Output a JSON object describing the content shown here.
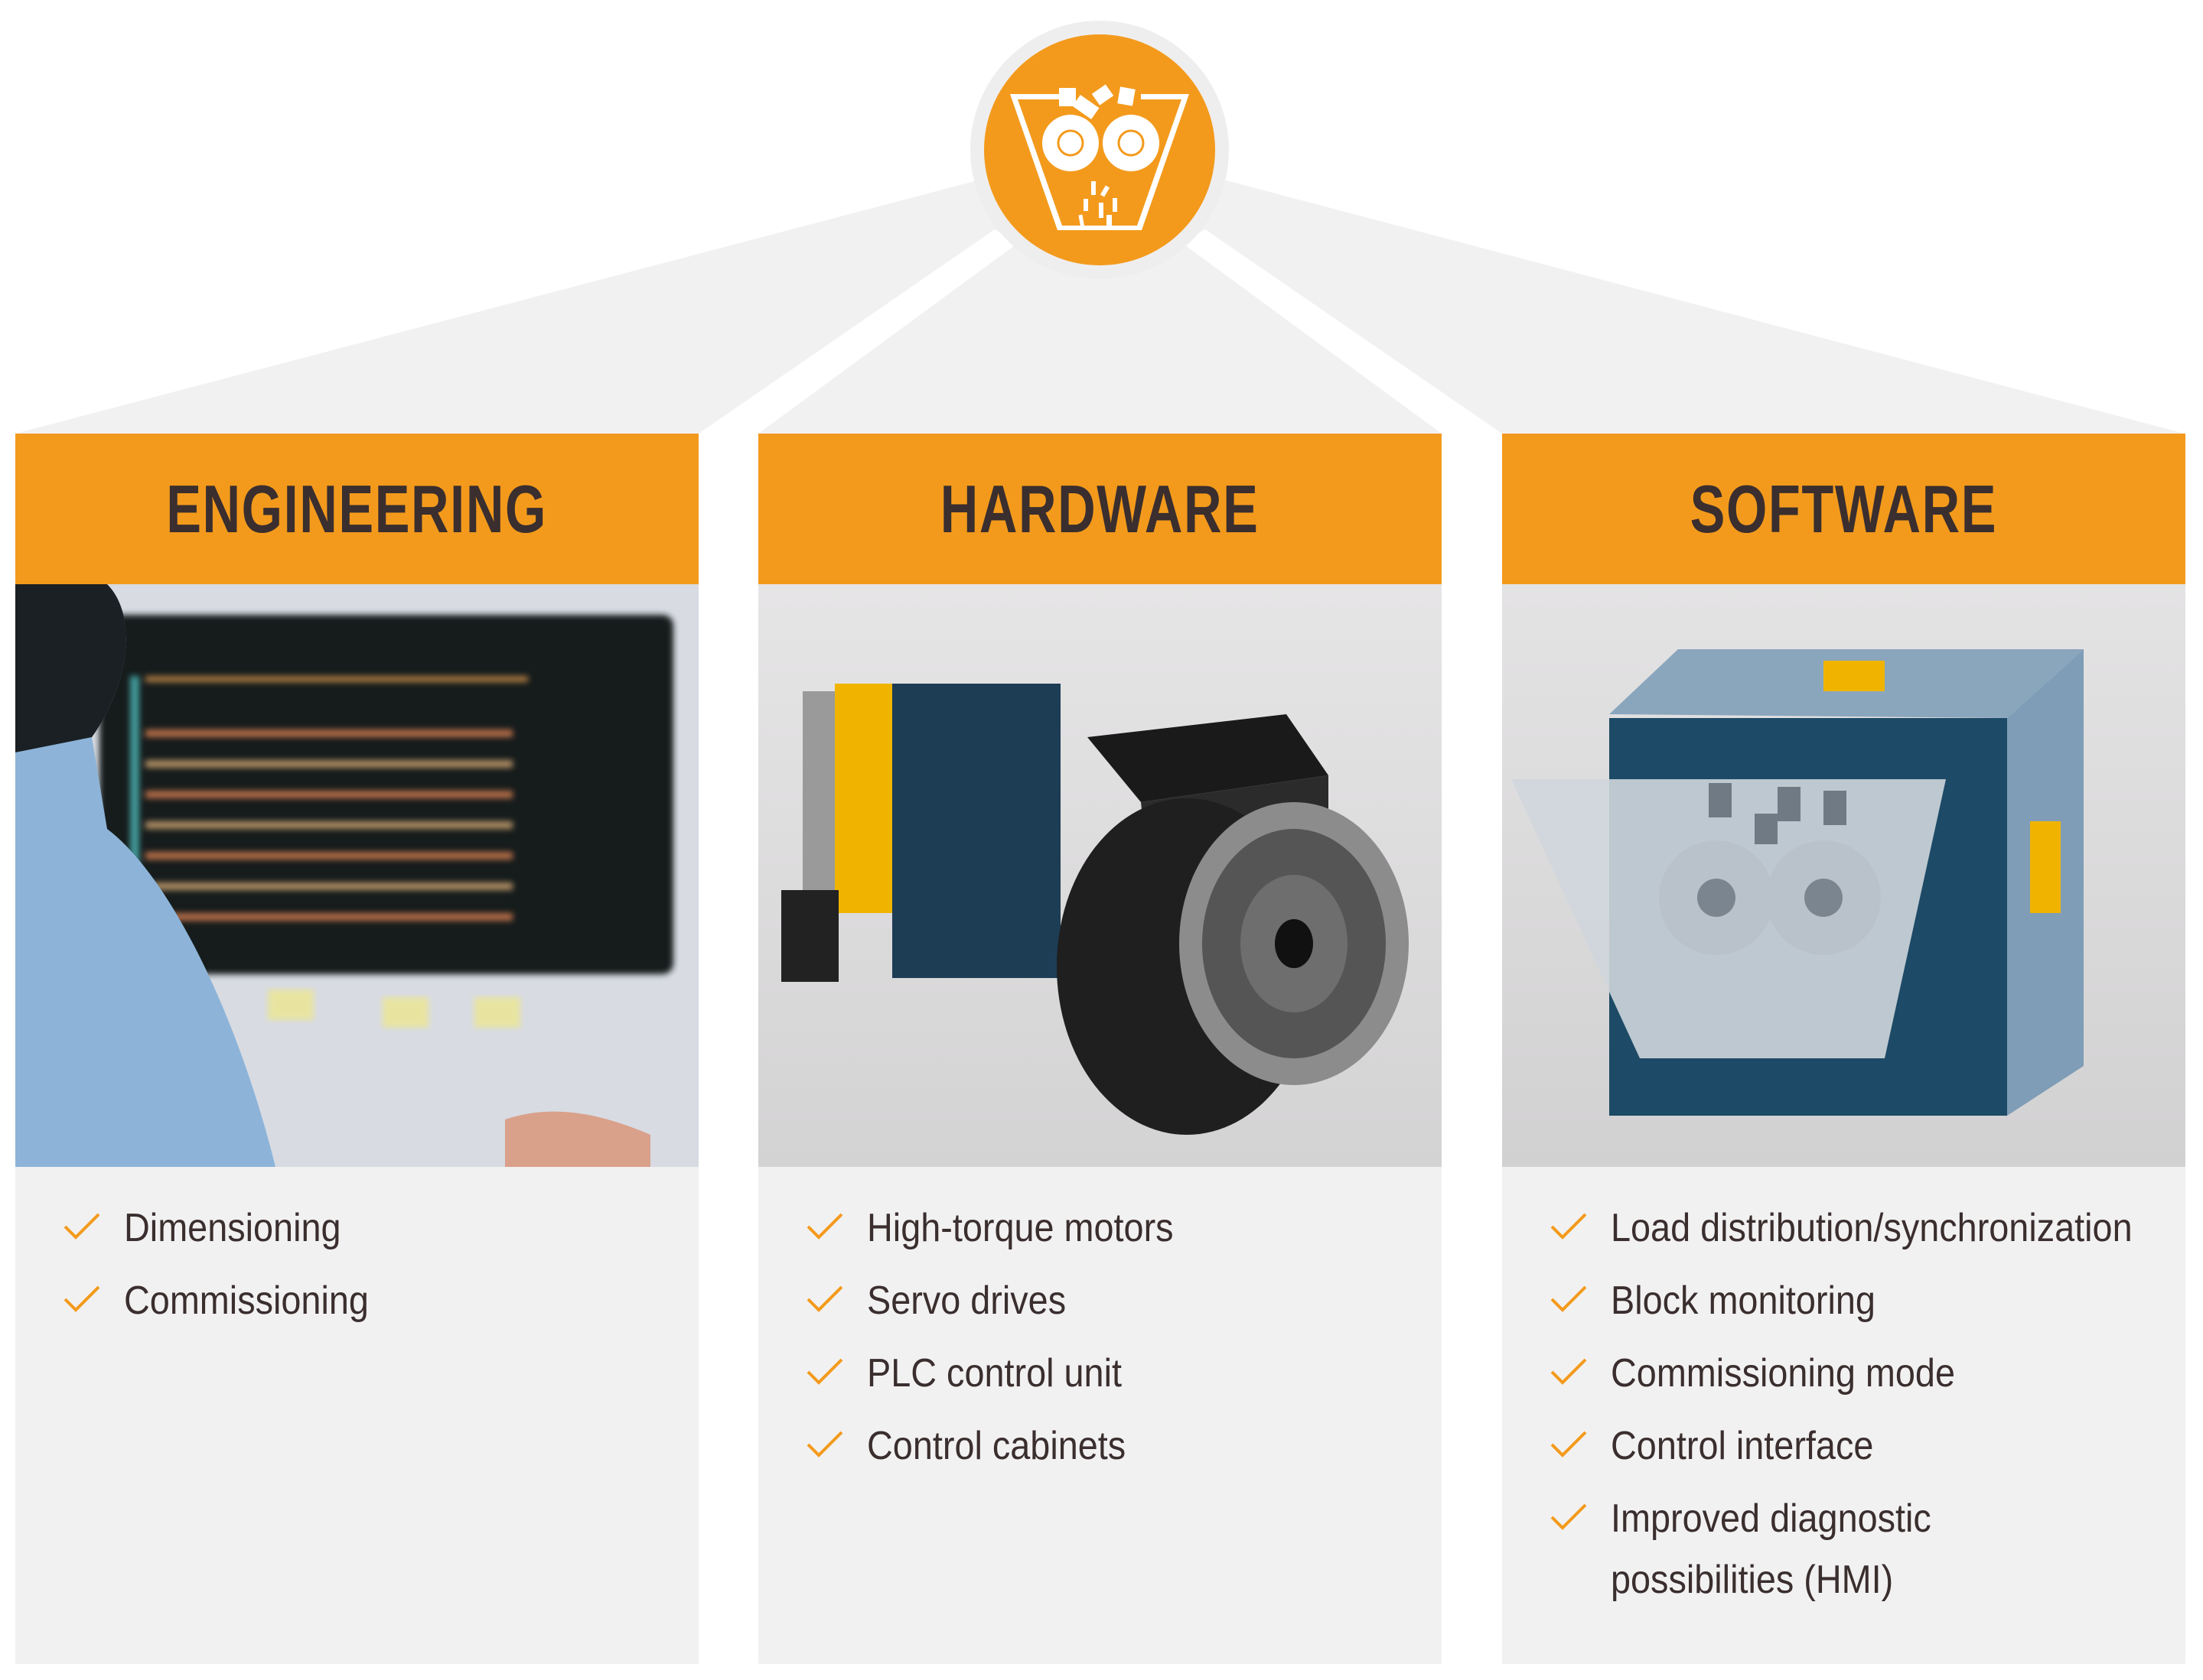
{
  "colors": {
    "accent": "#f39a1c",
    "panel": "#f2f1f2",
    "text": "#3a2e2e"
  },
  "logo": {
    "icon": "shredder-icon"
  },
  "columns": [
    {
      "title": "ENGINEERING",
      "image": "engineer-at-monitor-photo",
      "items": [
        "Dimensioning",
        "Commissioning"
      ]
    },
    {
      "title": "HARDWARE",
      "image": "drive-and-motor-photo",
      "items": [
        "High-torque motors",
        "Servo drives",
        "PLC control unit",
        "Control cabinets"
      ]
    },
    {
      "title": "SOFTWARE",
      "image": "software-cube-illustration",
      "items": [
        "Load distribution/synchronization",
        "Block monitoring",
        "Commissioning mode",
        "Control interface",
        "Improved diagnostic possibilities (HMI)"
      ]
    }
  ]
}
